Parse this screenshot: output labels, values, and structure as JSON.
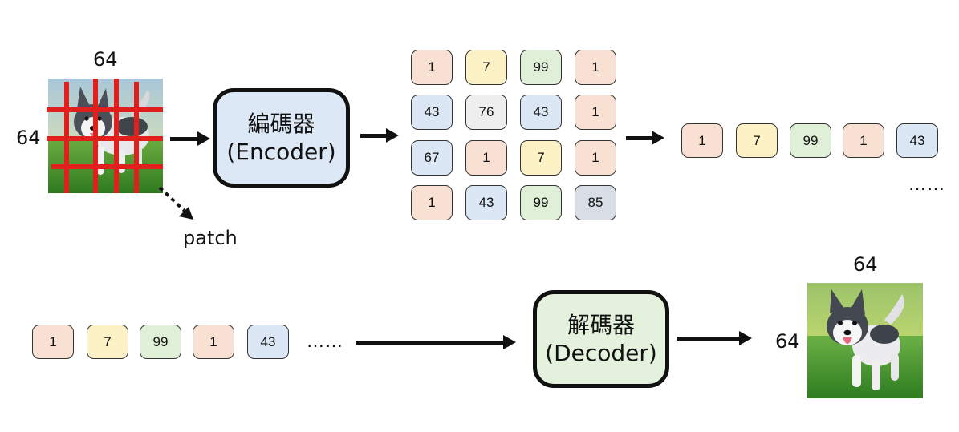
{
  "labels": {
    "input_width": "64",
    "input_height": "64",
    "output_width": "64",
    "output_height": "64",
    "patch": "patch",
    "ellipsis_top": "……",
    "ellipsis_bottom": "……"
  },
  "encoder": {
    "line1": "編碼器",
    "line2": "(Encoder)"
  },
  "decoder": {
    "line1": "解碼器",
    "line2": "(Decoder)"
  },
  "token_grid": [
    [
      "1",
      "7",
      "99",
      "1"
    ],
    [
      "43",
      "76",
      "43",
      "1"
    ],
    [
      "67",
      "1",
      "7",
      "1"
    ],
    [
      "1",
      "43",
      "99",
      "85"
    ]
  ],
  "token_sequence_top": [
    "1",
    "7",
    "99",
    "1",
    "43"
  ],
  "token_sequence_bottom": [
    "1",
    "7",
    "99",
    "1",
    "43"
  ],
  "token_colors": {
    "1": "#f8e0d2",
    "7": "#fdf1c6",
    "99": "#e0efd8",
    "43": "#dbe7f5",
    "76": "#eeeeee",
    "67": "#dbe7f5",
    "85": "#d8dde6"
  },
  "colors": {
    "encoder_fill": "#dce8f6",
    "decoder_fill": "#e4f1dc",
    "grid_lines": "#e0201c"
  },
  "icons": {
    "input_image": "husky-dog-image",
    "output_image": "husky-dog-image"
  }
}
